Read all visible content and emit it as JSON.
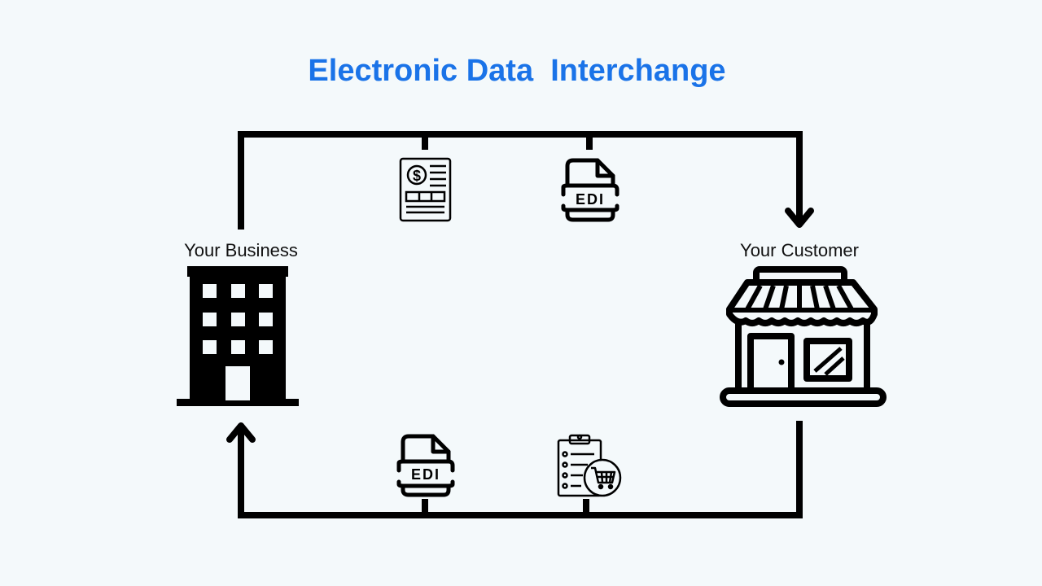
{
  "title": "Electronic Data  Interchange",
  "colors": {
    "title": "#1a73e8",
    "line": "#000000",
    "background": "#f4f9fb"
  },
  "nodes": {
    "business": {
      "label": "Your Business",
      "icon": "office-building-icon"
    },
    "customer": {
      "label": "Your Customer",
      "icon": "storefront-icon"
    }
  },
  "documents": {
    "top": [
      {
        "icon": "invoice-document-icon"
      },
      {
        "icon": "edi-file-icon",
        "text": "EDI"
      }
    ],
    "bottom": [
      {
        "icon": "edi-file-icon",
        "text": "EDI"
      },
      {
        "icon": "purchase-order-clipboard-icon"
      }
    ]
  },
  "flows": [
    {
      "from": "business",
      "to": "customer",
      "route": "top"
    },
    {
      "from": "customer",
      "to": "business",
      "route": "bottom"
    }
  ]
}
